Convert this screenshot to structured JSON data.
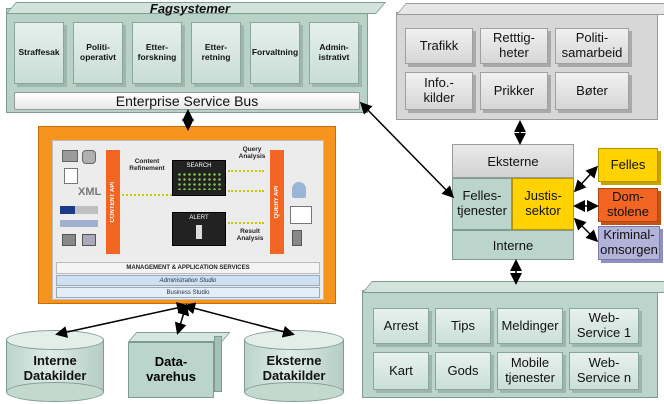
{
  "fagsystemer": {
    "title": "Fagsystemer",
    "items": [
      "Straffesak",
      "Politi-\noperativt",
      "Etter-\nforskning",
      "Etter-\nretning",
      "Forvaltning",
      "Admin-\nistrativt"
    ]
  },
  "esb": {
    "label": "Enterprise Service Bus"
  },
  "top_right": {
    "items": [
      "Trafikk",
      "Retttig-\nheter",
      "Politi-\nsamarbeid",
      "Info.-\nkilder",
      "Prikker",
      "Bøter"
    ]
  },
  "hub": {
    "eksterne": "Eksterne",
    "felles_tjenester": "Felles-\ntjenester",
    "justis_sektor": "Justis-\nsektor",
    "interne": "Interne"
  },
  "sectors": {
    "felles": "Felles",
    "domstolene": "Dom-\nstolene",
    "kriminalomsorgen": "Kriminal-\nomsorgen"
  },
  "bottom_right": {
    "items": [
      "Arrest",
      "Tips",
      "Meldinger",
      "Web-\nService 1",
      "Kart",
      "Gods",
      "Mobile\ntjenester",
      "Web-\nService n"
    ]
  },
  "center": {
    "content_refinement": "Content\nRefinement",
    "query_analysis": "Query\nAnalysis",
    "search": "SEARCH",
    "alert": "ALERT",
    "result_analysis": "Result\nAnalysis",
    "content_api": "CONTENT API",
    "query_api": "QUERY API",
    "mgmt": "MANAGEMENT & APPLICATION SERVICES",
    "admin_studio": "Administration Studio",
    "business_studio": "Business Studio",
    "xml": "XML"
  },
  "datastores": {
    "interne": "Interne\nDatakilder",
    "datavarehus": "Data-\nvarehus",
    "eksterne": "Eksterne\nDatakilder"
  },
  "colors": {
    "orange": "#f7941d",
    "yellow": "#ffd200",
    "red_orange": "#f26522",
    "lavender": "#b3b3d9",
    "green": "#bcd5cc",
    "gray": "#d7d7d7"
  }
}
